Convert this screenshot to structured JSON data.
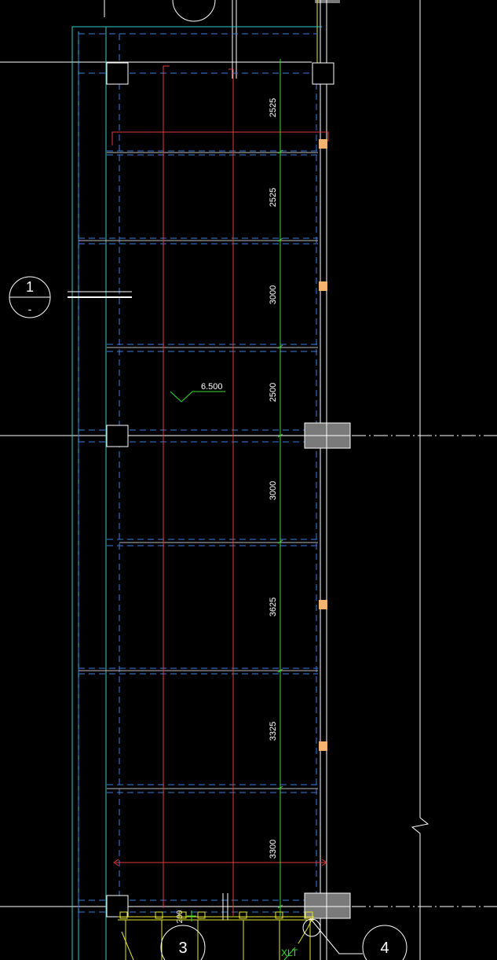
{
  "drawing": {
    "background": "#000000",
    "dimensions": [
      "2525",
      "2525",
      "3000",
      "2500",
      "3000",
      "3625",
      "3325",
      "3300",
      "200"
    ],
    "elevation": "6.500",
    "section_mark": {
      "number": "1",
      "sub": "-"
    },
    "grid_bubbles": [
      "3",
      "4"
    ],
    "label_xlt": "XLT",
    "colors": {
      "white": "#ffffff",
      "cyan": "#33cccc",
      "blue": "#3a7fe0",
      "red": "#e23a3a",
      "green": "#33e033",
      "yellow": "#e6e633",
      "orange": "#f5b370",
      "gray": "#7a7a7a"
    }
  }
}
